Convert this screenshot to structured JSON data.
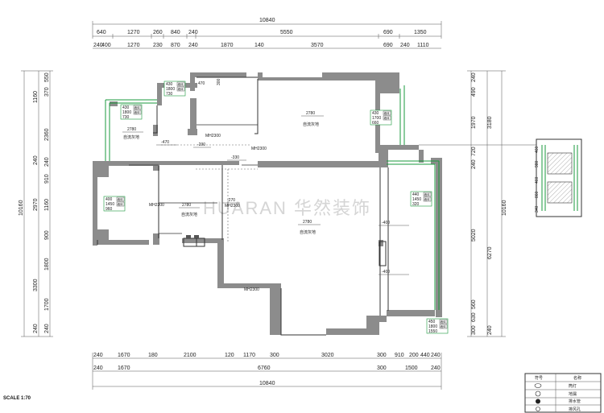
{
  "top_total": "10840",
  "bottom_total": "10840",
  "top_row1": [
    "640",
    "1270",
    "260",
    "840",
    "240",
    "5550",
    "690",
    "1350"
  ],
  "top_row2": [
    "240",
    "400",
    "1270",
    "230",
    "870",
    "240",
    "1870",
    "140",
    "3570",
    "690",
    "240",
    "1110"
  ],
  "bottom_row1": [
    "240",
    "1670",
    "180",
    "2100",
    "120",
    "1170",
    "300",
    "3020",
    "300",
    "910",
    "200",
    "440",
    "240"
  ],
  "bottom_row2": [
    "240",
    "1670",
    "6760",
    "300",
    "1500",
    "240"
  ],
  "left_total": "10160",
  "right_total": "10160",
  "left_segments": [
    "1160",
    "370",
    "550",
    "240",
    "2360",
    "240",
    "910",
    "1160",
    "2970",
    "900",
    "1800",
    "3300",
    "1700",
    "240",
    "240"
  ],
  "right_segments": [
    "490",
    "240",
    "1970",
    "3180",
    "720",
    "240",
    "5020",
    "6270",
    "560",
    "630",
    "300",
    "240"
  ],
  "ceiling_heights": [
    "2780",
    "2780",
    "2780",
    "2780"
  ],
  "ceiling_labels": [
    "自流灰地",
    "自流灰地",
    "自流灰地",
    "自流灰地"
  ],
  "level_marks": [
    "-470",
    "-290",
    "-330",
    "-270",
    "-400",
    "-400"
  ],
  "mh_labels": [
    "MH2300",
    "MH2300",
    "MH2300",
    "MH2300",
    "MH2300"
  ],
  "mark_470": "470",
  "mark_300": "300",
  "windows": [
    {
      "a": "430",
      "b": "1800",
      "c": "730"
    },
    {
      "a": "430",
      "b": "1800",
      "c": "730"
    },
    {
      "a": "430",
      "b": "1700",
      "c": "660"
    },
    {
      "a": "440",
      "b": "1450",
      "c": "320"
    },
    {
      "a": "400",
      "b": "1450",
      "c": "960"
    },
    {
      "a": "450",
      "b": "1800",
      "c": "1550"
    }
  ],
  "window_tag": "墙体",
  "detail_dims": [
    "460",
    "980",
    "460",
    "860",
    "340"
  ],
  "watermark": "HUARAN 华然装饰",
  "legend": {
    "header": [
      "符号",
      "名称"
    ],
    "rows": [
      "筒灯",
      "地漏",
      "排水管",
      "排风孔"
    ]
  },
  "scale": "SCALE 1:70"
}
